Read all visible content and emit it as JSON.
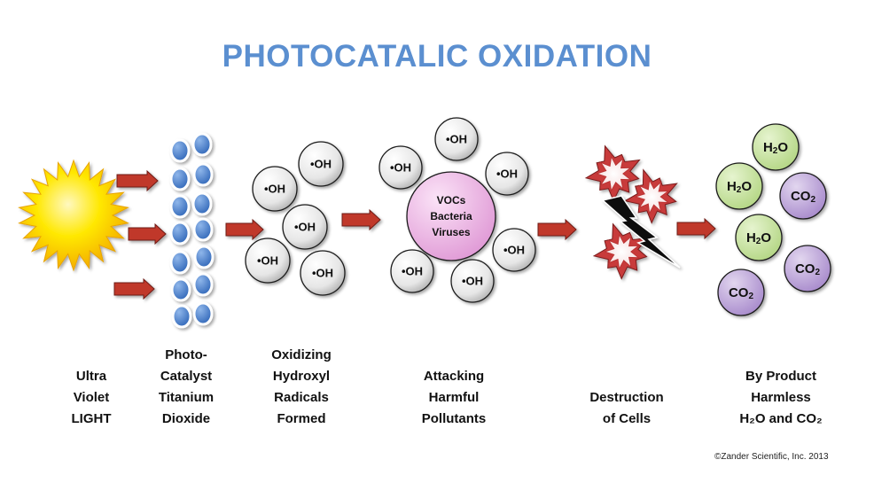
{
  "title": "PHOTOCATALIC OXIDATION",
  "colors": {
    "title": "#5b8fd0",
    "arrow": "#c0392b",
    "sun": "#ffd400",
    "catalyst": "#3f78c7",
    "explosion": "#c83a3a",
    "pink_sphere": "#e9a6e0",
    "green_sphere": "#c3e09a",
    "purple_sphere": "#b9a0d6"
  },
  "labels": {
    "oh_radical": "•OH",
    "pollutants": [
      "VOCs",
      "Bacteria",
      "Viruses"
    ],
    "byproducts": {
      "water": "H2O",
      "co2": "CO2"
    }
  },
  "captions": {
    "uv": [
      "Ultra",
      "Violet",
      "LIGHT"
    ],
    "catalyst": [
      "Photo-",
      "Catalyst",
      "Titanium",
      "Dioxide"
    ],
    "radicals": [
      "Oxidizing",
      "Hydroxyl",
      "Radicals",
      "Formed"
    ],
    "attacking": [
      "Attacking",
      "Harmful",
      "Pollutants"
    ],
    "destruction": [
      "Destruction",
      "of Cells"
    ],
    "byproduct": [
      "By Product",
      "Harmless",
      "H₂O and CO₂"
    ]
  },
  "copyright": "©Zander Scientific, Inc. 2013"
}
